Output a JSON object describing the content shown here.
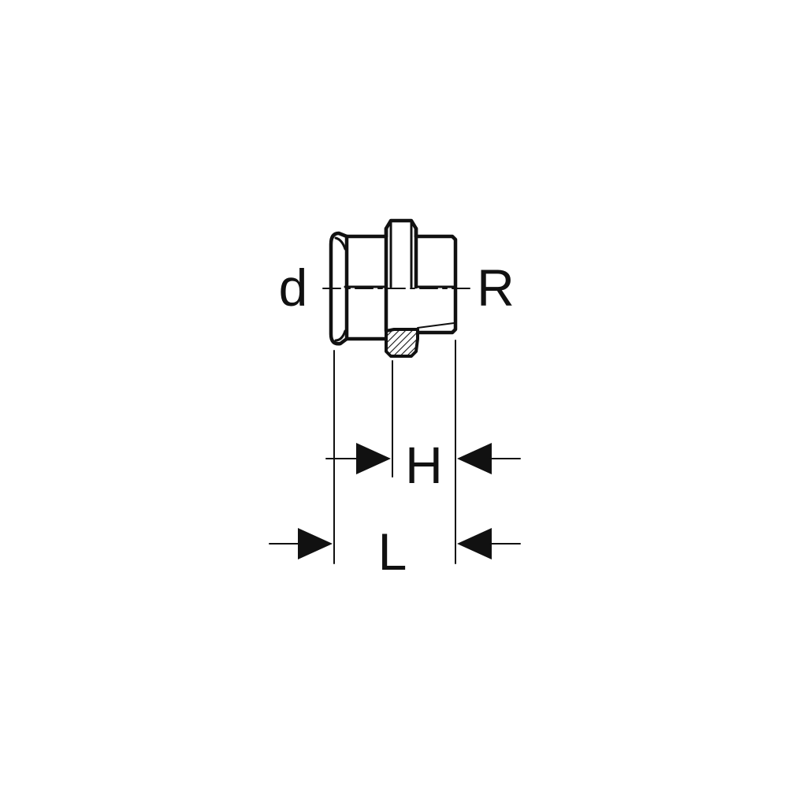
{
  "drawing": {
    "labels": {
      "d": "d",
      "R": "R",
      "H": "H",
      "L": "L"
    },
    "color": "#111111",
    "background": "#ffffff"
  }
}
